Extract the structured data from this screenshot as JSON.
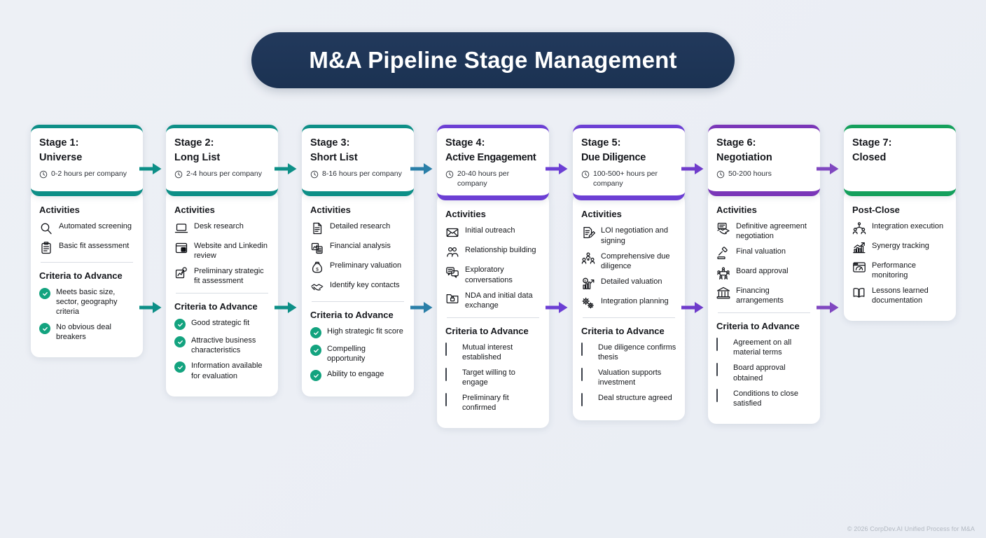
{
  "header": {
    "title": "M&A Pipeline Stage Management"
  },
  "footer": {
    "text": "© 2026 CorpDev.AI Unified Process for M&A"
  },
  "colors": {
    "teal": "#0d8f87",
    "green": "#14a05c",
    "purple": "#6c3fd4",
    "purple_dark": "#7a36b8",
    "check_green": "#13a37f",
    "title_bg": "#1e3a5f",
    "page_bg": "#eef1f6"
  },
  "arrows": [
    {
      "name": "arrow-1-2-top",
      "color": "#0d8f87"
    },
    {
      "name": "arrow-2-3-top",
      "color": "#0d8f87"
    },
    {
      "name": "arrow-3-4-top",
      "color": "#2a7fa8"
    },
    {
      "name": "arrow-4-5-top",
      "color": "#6c3fd4"
    },
    {
      "name": "arrow-5-6-top",
      "color": "#6f3ccb"
    },
    {
      "name": "arrow-6-7-top",
      "color": "#8048c0"
    },
    {
      "name": "arrow-1-2-mid",
      "color": "#0d8f87"
    },
    {
      "name": "arrow-2-3-mid",
      "color": "#0d8f87"
    },
    {
      "name": "arrow-3-4-mid",
      "color": "#2a7fa8"
    },
    {
      "name": "arrow-4-5-mid",
      "color": "#6c3fd4"
    },
    {
      "name": "arrow-5-6-mid",
      "color": "#6f3ccb"
    },
    {
      "name": "arrow-6-7-mid",
      "color": "#8048c0"
    }
  ],
  "stages": [
    {
      "num": "Stage 1:",
      "name": "Universe",
      "duration": "0-2 hours per company",
      "accent": "#0d8f87",
      "activities_title": "Activities",
      "activities": [
        {
          "icon": "magnifier-icon",
          "label": "Automated screening"
        },
        {
          "icon": "clipboard-icon",
          "label": "Basic fit assessment"
        }
      ],
      "criteria_title": "Criteria to Advance",
      "criteria_style": "check",
      "criteria": [
        "Meets basic size, sector, geography criteria",
        "No obvious deal breakers"
      ]
    },
    {
      "num": "Stage 2:",
      "name": "Long List",
      "duration": "2-4 hours per company",
      "accent": "#0d8f87",
      "activities_title": "Activities",
      "activities": [
        {
          "icon": "laptop-icon",
          "label": "Desk research"
        },
        {
          "icon": "browser-linkedin-icon",
          "label": "Website and Linkedin review"
        },
        {
          "icon": "strategy-chart-icon",
          "label": "Preliminary strategic fit assessment"
        }
      ],
      "criteria_title": "Criteria to Advance",
      "criteria_style": "check",
      "criteria": [
        "Good strategic fit",
        "Attractive business characteristics",
        "Information available for evaluation"
      ]
    },
    {
      "num": "Stage 3:",
      "name": "Short List",
      "duration": "8-16 hours per company",
      "accent": "#0d8f87",
      "activities_title": "Activities",
      "activities": [
        {
          "icon": "document-icon",
          "label": "Detailed research"
        },
        {
          "icon": "calculator-chart-icon",
          "label": "Financial analysis"
        },
        {
          "icon": "money-bag-icon",
          "label": "Preliminary valuation"
        },
        {
          "icon": "handshake-icon",
          "label": "Identify key contacts"
        }
      ],
      "criteria_title": "Criteria to Advance",
      "criteria_style": "check",
      "criteria": [
        "High strategic fit score",
        "Compelling opportunity",
        "Ability to engage"
      ]
    },
    {
      "num": "Stage 4:",
      "name": "Active Engagement",
      "duration": "20-40 hours per company",
      "accent": "#6c3fd4",
      "activities_title": "Activities",
      "activities": [
        {
          "icon": "envelope-icon",
          "label": "Initial outreach"
        },
        {
          "icon": "people-icon",
          "label": "Relationship building"
        },
        {
          "icon": "chat-bubbles-icon",
          "label": "Exploratory conversations"
        },
        {
          "icon": "locked-folder-icon",
          "label": "NDA and initial data exchange"
        }
      ],
      "criteria_title": "Criteria to Advance",
      "criteria_style": "box",
      "criteria": [
        "Mutual interest established",
        "Target willing to engage",
        "Preliminary fit confirmed"
      ]
    },
    {
      "num": "Stage 5:",
      "name": "Due Diligence",
      "duration": "100-500+ hours per company",
      "accent": "#6c3fd4",
      "activities_title": "Activities",
      "activities": [
        {
          "icon": "document-pen-icon",
          "label": "LOI negotiation and signing"
        },
        {
          "icon": "team-group-icon",
          "label": "Comprehensive due diligence"
        },
        {
          "icon": "valuation-chart-icon",
          "label": "Detailed valuation"
        },
        {
          "icon": "gears-icon",
          "label": "Integration planning"
        }
      ],
      "criteria_title": "Criteria to Advance",
      "criteria_style": "box",
      "criteria": [
        "Due diligence confirms thesis",
        "Valuation supports investment",
        "Deal structure agreed"
      ]
    },
    {
      "num": "Stage 6:",
      "name": "Negotiation",
      "duration": "50-200 hours",
      "accent": "#7a36b8",
      "activities_title": "Activities",
      "activities": [
        {
          "icon": "agreement-handshake-icon",
          "label": "Definitive agreement negotiation"
        },
        {
          "icon": "gavel-icon",
          "label": "Final valuation"
        },
        {
          "icon": "boardroom-icon",
          "label": "Board approval"
        },
        {
          "icon": "bank-icon",
          "label": "Financing arrangements"
        }
      ],
      "criteria_title": "Criteria to Advance",
      "criteria_style": "box",
      "criteria": [
        "Agreement on all material terms",
        "Board approval obtained",
        "Conditions to close satisfied"
      ]
    },
    {
      "num": "Stage 7:",
      "name": "Closed",
      "duration": "",
      "accent": "#14a05c",
      "activities_title": "Post-Close",
      "activities": [
        {
          "icon": "integration-network-icon",
          "label": "Integration execution"
        },
        {
          "icon": "growth-chart-icon",
          "label": "Synergy tracking"
        },
        {
          "icon": "monitor-gauge-icon",
          "label": "Performance monitoring"
        },
        {
          "icon": "open-book-icon",
          "label": "Lessons learned documentation"
        }
      ],
      "criteria_title": "",
      "criteria_style": "none",
      "criteria": []
    }
  ]
}
